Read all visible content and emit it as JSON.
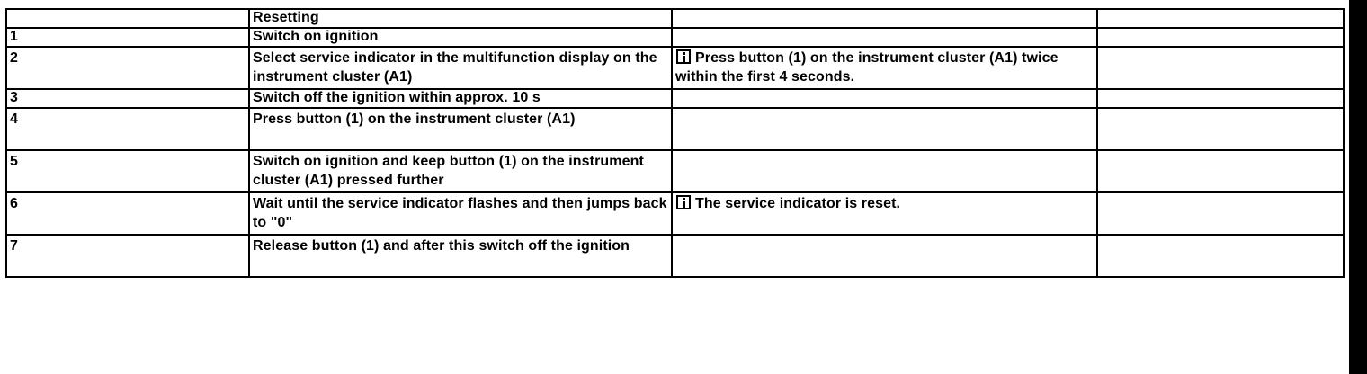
{
  "table": {
    "header": {
      "step": "",
      "title": "Resetting",
      "note": "",
      "extra": ""
    },
    "rows": [
      {
        "num": "1",
        "action": "Switch on ignition",
        "note": ""
      },
      {
        "num": "2",
        "action": "Select service indicator in the multifunction display on the instrument cluster (A1)",
        "note": "Press button (1) on the instrument cluster (A1) twice within the first 4 seconds."
      },
      {
        "num": "3",
        "action": "Switch off the ignition within approx. 10 s",
        "note": ""
      },
      {
        "num": "4",
        "action": "Press button (1) on the instrument cluster (A1)",
        "note": ""
      },
      {
        "num": "5",
        "action": "Switch on ignition and keep button (1) on the instrument cluster (A1) pressed further",
        "note": ""
      },
      {
        "num": "6",
        "action": "Wait until the service indicator flashes and then jumps back to \"0\"",
        "note": "The service indicator is reset."
      },
      {
        "num": "7",
        "action": "Release button (1) and after this switch off the ignition",
        "note": ""
      }
    ]
  },
  "icons": {
    "note": "info-icon"
  }
}
